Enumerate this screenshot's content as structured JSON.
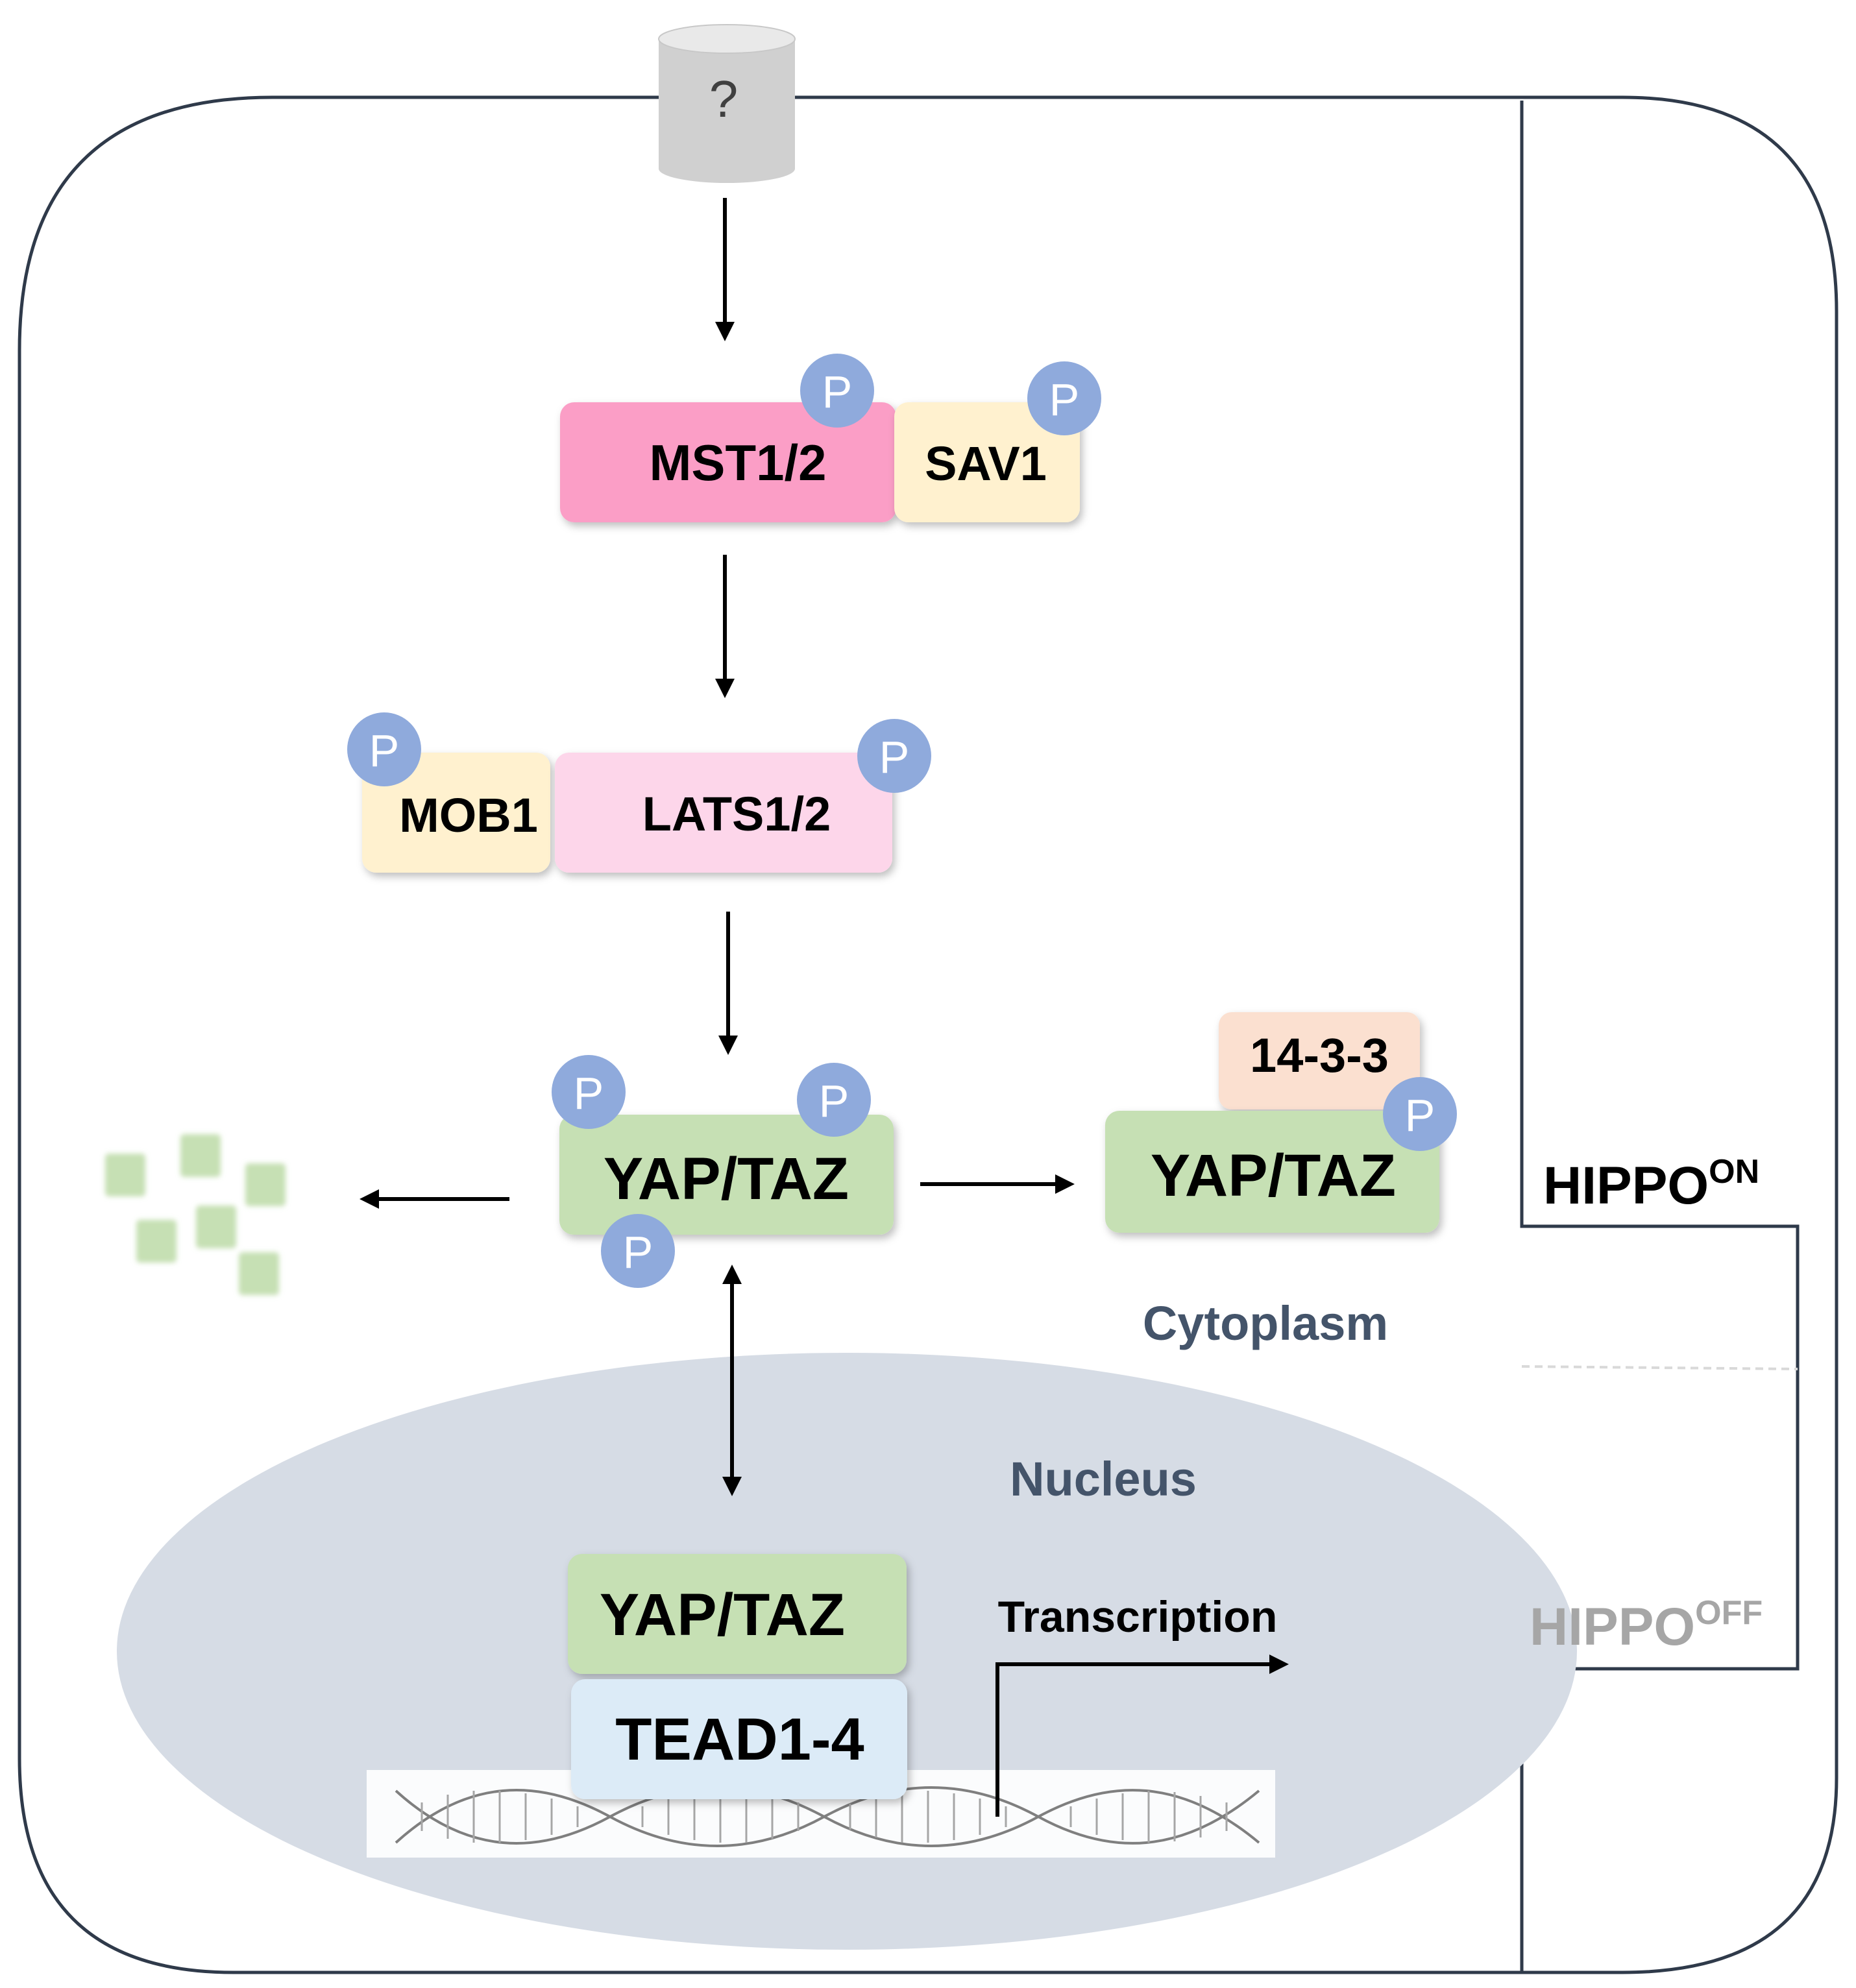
{
  "receptor": {
    "label": "?"
  },
  "complexes": {
    "mst": {
      "label": "MST1/2"
    },
    "sav": {
      "label": "SAV1"
    },
    "mob": {
      "label": "MOB1"
    },
    "lats": {
      "label": "LATS1/2"
    },
    "yap_cyto": {
      "label": "YAP/TAZ"
    },
    "yap_1433": {
      "label": "YAP/TAZ"
    },
    "prot_1433": {
      "label": "14-3-3"
    },
    "yap_nuc": {
      "label": "YAP/TAZ"
    },
    "tead": {
      "label": "TEAD1-4"
    }
  },
  "phospho_label": "P",
  "compartments": {
    "cytoplasm": "Cytoplasm",
    "nucleus": "Nucleus"
  },
  "transcription_label": "Transcription",
  "states": {
    "on": {
      "base": "HIPPO",
      "sup": "ON"
    },
    "off": {
      "base": "HIPPO",
      "sup": "OFF"
    }
  },
  "colors": {
    "mst": "#fb9ec6",
    "sav": "#fff1cf",
    "mob": "#fff1cf",
    "lats": "#fdd6ea",
    "yap": "#c6e0b4",
    "prot_1433": "#fbe0d0",
    "tead": "#dcebf7",
    "phospho": "#8faadc",
    "nucleus": "#d6dce5",
    "label_dark": "#44546a",
    "off_text": "#a6a6a6"
  }
}
